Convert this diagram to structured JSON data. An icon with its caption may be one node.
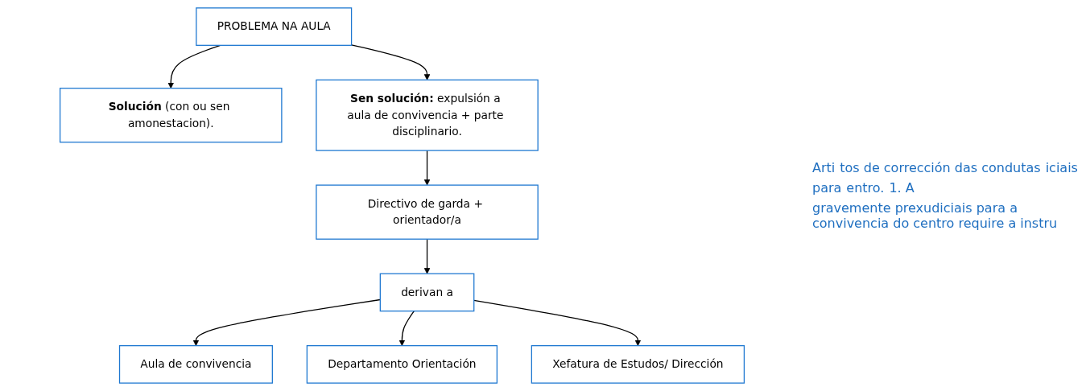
{
  "diagram": {
    "nodes": [
      {
        "text": [
          "PROBLEMA NA AULA"
        ]
      },
      {
        "text": [
          "**Solución** (con ou sen amonestacion)."
        ]
      },
      {
        "text": [
          "**Sen solución:** expulsión a aula de convivencia + parte disciplinario."
        ]
      },
      {
        "text": [
          "Aula de convivencia"
        ]
      },
      {
        "text": [
          "Departamento Orientación"
        ]
      },
      {
        "text": [
          "derivan a"
        ]
      },
      {
        "text": [
          "Directivo de garda + orientador/a"
        ]
      },
      {
        "text": [
          "Xefatura de Estudos/ Dirección"
        ]
      }
    ],
    "edges": [
      {
        "from": 0,
        "to": 1,
        "arrow": "to"
      },
      {
        "from": 0,
        "to": 2,
        "arrow": "to"
      },
      {
        "from": 2,
        "to": 6,
        "arrow": "to"
      },
      {
        "from": 6,
        "to": 5,
        "arrow": "to"
      },
      {
        "from": 5,
        "to": 3,
        "arrow": "to"
      },
      {
        "from": 5,
        "to": 4,
        "arrow": "to"
      },
      {
        "from": 5,
        "to": 7,
        "arrow": "to"
      }
    ],
    "labels": [
      "Arti",
      "tos de corrección das condutas",
      "iciais",
      "para",
      "entro.",
      "1. A",
      "gravemente prexudiciais para a convivencia do centro require a instru"
    ]
  }
}
